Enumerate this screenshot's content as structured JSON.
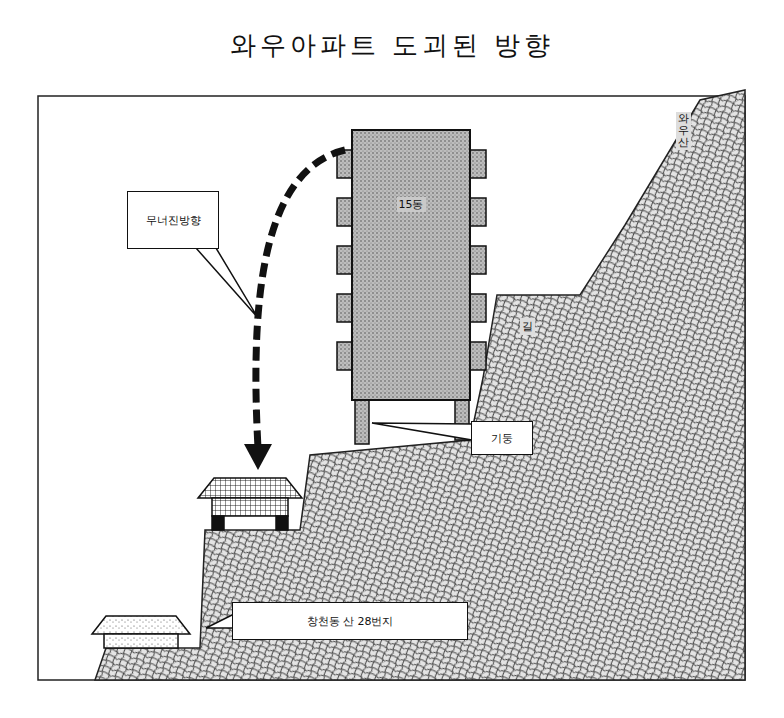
{
  "diagram": {
    "title": "와우아파트 도괴된 방향",
    "nodes": [
      {
        "text": [
          "15동"
        ]
      },
      {
        "text": [
          "무너진방향"
        ]
      },
      {
        "text": [
          "기둥"
        ]
      },
      {
        "text": [
          "창천동 산 28번지"
        ]
      }
    ],
    "labels": [
      "와우산",
      "길"
    ]
  }
}
